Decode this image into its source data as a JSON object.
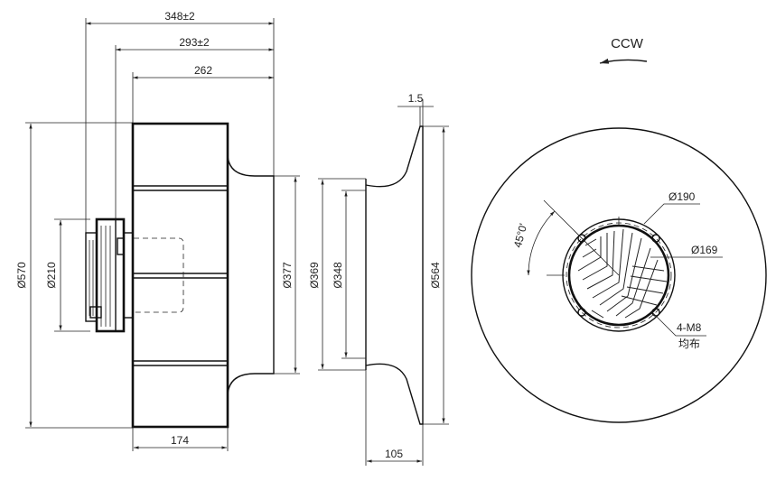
{
  "dimensions": {
    "overall_length": "348±2",
    "mid_length": "293±2",
    "body_length": "262",
    "inlet_length": "174",
    "outer_dia": "Ø570",
    "motor_dia": "Ø210",
    "outlet_dia": "Ø377",
    "nozzle_outer": "Ø369",
    "nozzle_inner": "Ø348",
    "plate_dia": "Ø564",
    "flange_thickness": "1.5",
    "nozzle_depth": "105",
    "motor_flange": "Ø190",
    "bolt_circle": "Ø169",
    "angle": "45°0'",
    "bolts": "4-M8",
    "bolts_note": "均布"
  },
  "rotation": "CCW"
}
